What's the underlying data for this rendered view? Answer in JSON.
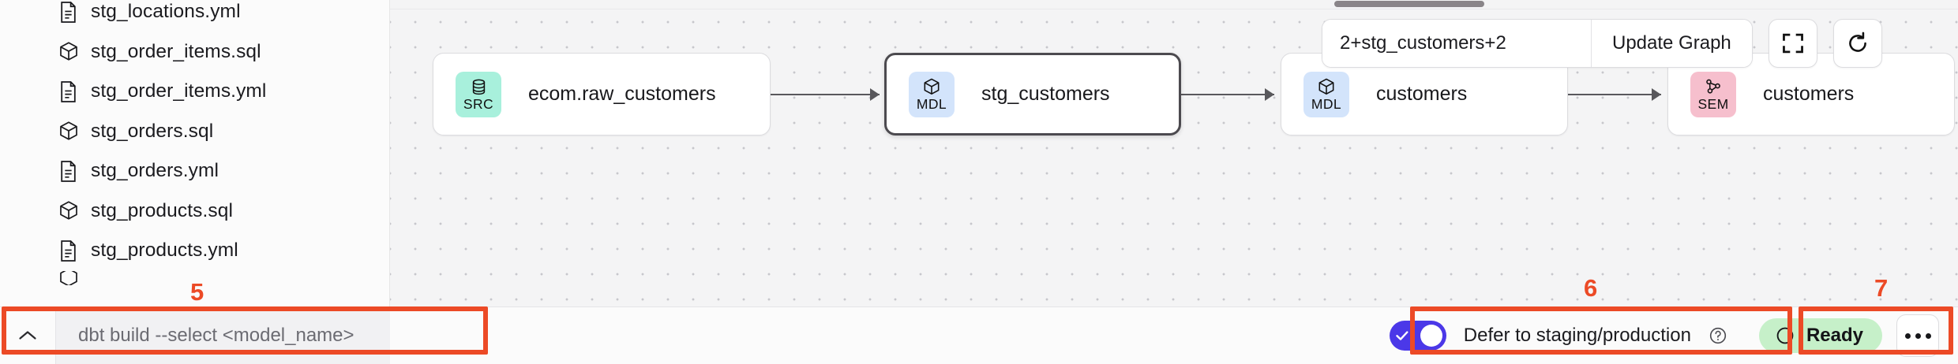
{
  "sidebar": {
    "files": [
      {
        "name": "stg_locations.yml",
        "icon": "file-yml-icon"
      },
      {
        "name": "stg_order_items.sql",
        "icon": "cube-sql-icon"
      },
      {
        "name": "stg_order_items.yml",
        "icon": "file-yml-icon"
      },
      {
        "name": "stg_orders.sql",
        "icon": "cube-sql-icon"
      },
      {
        "name": "stg_orders.yml",
        "icon": "file-yml-icon"
      },
      {
        "name": "stg_products.sql",
        "icon": "cube-sql-icon"
      },
      {
        "name": "stg_products.yml",
        "icon": "file-yml-icon"
      }
    ]
  },
  "toolbar": {
    "selector_value": "2+stg_customers+2",
    "selector_placeholder": "2+stg_customers+2",
    "update_graph_label": "Update Graph",
    "fit_icon": "fit-to-screen-icon",
    "refresh_icon": "refresh-icon"
  },
  "graph": {
    "nodes": [
      {
        "id": "src-raw-customers",
        "badge": "SRC",
        "badge_color": "#a8f0dc",
        "icon": "database-icon",
        "label": "ecom.raw_customers",
        "selected": false
      },
      {
        "id": "mdl-stg-customers",
        "badge": "MDL",
        "badge_color": "#d3e4fb",
        "icon": "cube-icon",
        "label": "stg_customers",
        "selected": true
      },
      {
        "id": "mdl-customers",
        "badge": "MDL",
        "badge_color": "#d3e4fb",
        "icon": "cube-icon",
        "label": "customers",
        "selected": false
      },
      {
        "id": "sem-customers",
        "badge": "SEM",
        "badge_color": "#f6bfcd",
        "icon": "semantic-icon",
        "label": "customers",
        "selected": false
      }
    ]
  },
  "command_bar": {
    "chevron_icon": "chevron-up-icon",
    "input_value": "",
    "input_placeholder": "dbt build --select <model_name>"
  },
  "status_bar": {
    "defer_label": "Defer to staging/production",
    "defer_enabled": true,
    "help_icon": "question-circle-icon",
    "status_label": "Ready",
    "status_icon": "circle-icon",
    "status_bg": "#c6f0c9",
    "more_icon": "more-horizontal-icon"
  },
  "annotations": {
    "accent": "#ec4a26",
    "markers": [
      {
        "number": "5",
        "target": "command-bar"
      },
      {
        "number": "6",
        "target": "defer-toggle"
      },
      {
        "number": "7",
        "target": "status-ready"
      }
    ]
  }
}
